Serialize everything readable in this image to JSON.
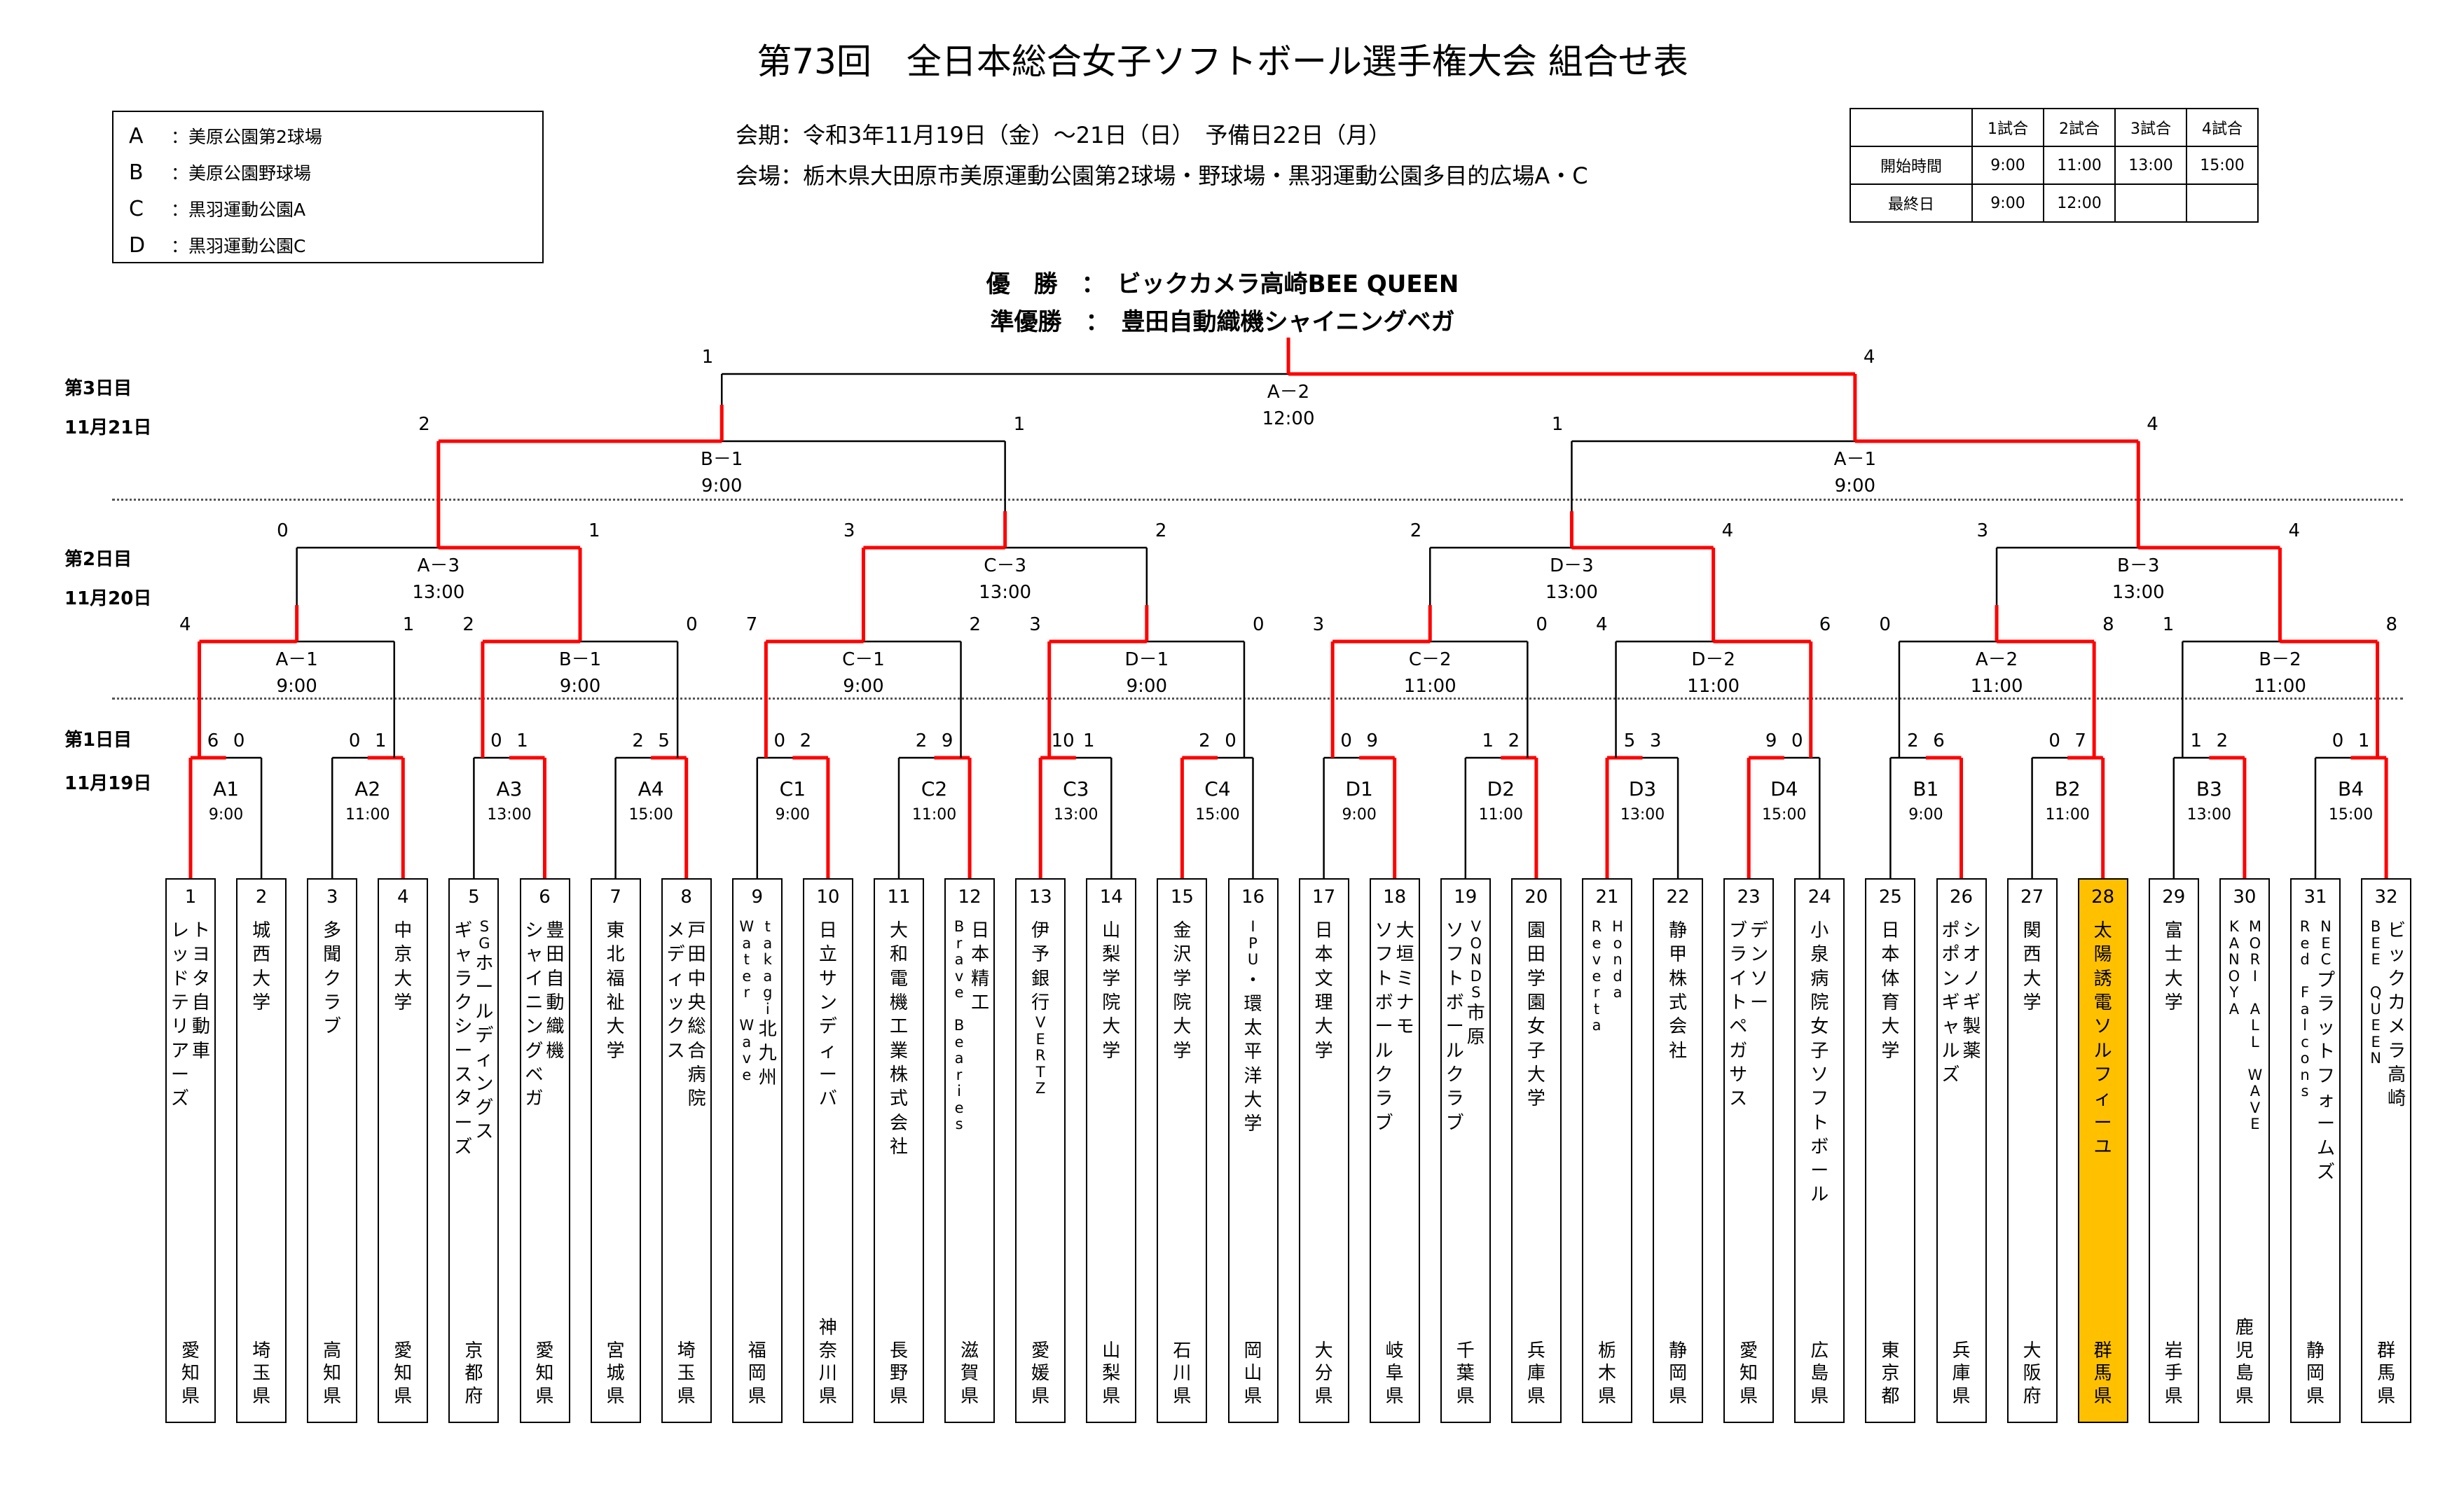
{
  "title": "第73回　全日本総合女子ソフトボール選手権大会 組合せ表",
  "legend": [
    {
      "key": "A",
      "name": "：美原公園第2球場"
    },
    {
      "key": "B",
      "name": "：美原公園野球場"
    },
    {
      "key": "C",
      "name": "：黒羽運動公園A"
    },
    {
      "key": "D",
      "name": "：黒羽運動公園C"
    }
  ],
  "period": "会期：令和3年11月19日（金）～21日（日）　予備日22日（月）",
  "venue": "会場：栃木県大田原市美原運動公園第2球場・野球場・黒羽運動公園多目的広場A・C",
  "schedule": {
    "headers": [
      "",
      "1試合",
      "2試合",
      "3試合",
      "4試合"
    ],
    "rows": [
      [
        "開始時間",
        "9:00",
        "11:00",
        "13:00",
        "15:00"
      ],
      [
        "最終日",
        "9:00",
        "12:00",
        "",
        ""
      ]
    ]
  },
  "results": {
    "winner": "優　勝　：　ビックカメラ高崎BEE QUEEN",
    "runner_up": "準優勝　：　豊田自動織機シャイニングベガ"
  },
  "days": [
    {
      "day": "第3日目",
      "date": "11月21日"
    },
    {
      "day": "第2日目",
      "date": "11月20日"
    },
    {
      "day": "第1日目",
      "date": "11月19日"
    }
  ],
  "colors": {
    "winner_line": "#ff0000",
    "line": "#000000",
    "highlight": "#ffc000"
  },
  "round1": [
    {
      "code": "A1",
      "time": "9:00",
      "scores": [
        "6",
        "0"
      ],
      "winner": 0
    },
    {
      "code": "A2",
      "time": "11:00",
      "scores": [
        "0",
        "1"
      ],
      "winner": 1
    },
    {
      "code": "A3",
      "time": "13:00",
      "scores": [
        "0",
        "1"
      ],
      "winner": 1
    },
    {
      "code": "A4",
      "time": "15:00",
      "scores": [
        "2",
        "5"
      ],
      "winner": 1
    },
    {
      "code": "C1",
      "time": "9:00",
      "scores": [
        "0",
        "2"
      ],
      "winner": 1
    },
    {
      "code": "C2",
      "time": "11:00",
      "scores": [
        "2",
        "9"
      ],
      "winner": 1
    },
    {
      "code": "C3",
      "time": "13:00",
      "scores": [
        "10",
        "1"
      ],
      "winner": 0
    },
    {
      "code": "C4",
      "time": "15:00",
      "scores": [
        "2",
        "0"
      ],
      "winner": 0
    },
    {
      "code": "D1",
      "time": "9:00",
      "scores": [
        "0",
        "9"
      ],
      "winner": 1
    },
    {
      "code": "D2",
      "time": "11:00",
      "scores": [
        "1",
        "2"
      ],
      "winner": 1
    },
    {
      "code": "D3",
      "time": "13:00",
      "scores": [
        "5",
        "3"
      ],
      "winner": 0
    },
    {
      "code": "D4",
      "time": "15:00",
      "scores": [
        "9",
        "0"
      ],
      "winner": 0
    },
    {
      "code": "B1",
      "time": "9:00",
      "scores": [
        "2",
        "6"
      ],
      "winner": 1
    },
    {
      "code": "B2",
      "time": "11:00",
      "scores": [
        "0",
        "7"
      ],
      "winner": 1
    },
    {
      "code": "B3",
      "time": "13:00",
      "scores": [
        "1",
        "2"
      ],
      "winner": 1
    },
    {
      "code": "B4",
      "time": "15:00",
      "scores": [
        "0",
        "1"
      ],
      "winner": 1
    }
  ],
  "round2": [
    {
      "code": "A－1",
      "time": "9:00",
      "scores": [
        "4",
        "1"
      ],
      "winner": 0
    },
    {
      "code": "B－1",
      "time": "9:00",
      "scores": [
        "2",
        "0"
      ],
      "winner": 0
    },
    {
      "code": "C－1",
      "time": "9:00",
      "scores": [
        "7",
        "2"
      ],
      "winner": 0
    },
    {
      "code": "D－1",
      "time": "9:00",
      "scores": [
        "3",
        "0"
      ],
      "winner": 0
    },
    {
      "code": "C－2",
      "time": "11:00",
      "scores": [
        "3",
        "0"
      ],
      "winner": 0
    },
    {
      "code": "D－2",
      "time": "11:00",
      "scores": [
        "4",
        "6"
      ],
      "winner": 1
    },
    {
      "code": "A－2",
      "time": "11:00",
      "scores": [
        "0",
        "8"
      ],
      "winner": 1
    },
    {
      "code": "B－2",
      "time": "11:00",
      "scores": [
        "1",
        "8"
      ],
      "winner": 1
    }
  ],
  "round3": [
    {
      "code": "A－3",
      "time": "13:00",
      "scores": [
        "0",
        "1"
      ],
      "winner": 1
    },
    {
      "code": "C－3",
      "time": "13:00",
      "scores": [
        "3",
        "2"
      ],
      "winner": 0
    },
    {
      "code": "D－3",
      "time": "13:00",
      "scores": [
        "2",
        "4"
      ],
      "winner": 1
    },
    {
      "code": "B－3",
      "time": "13:00",
      "scores": [
        "3",
        "4"
      ],
      "winner": 1
    }
  ],
  "round4": [
    {
      "code": "B－1",
      "time": "9:00",
      "scores": [
        "2",
        "1"
      ],
      "winner": 0
    },
    {
      "code": "A－1",
      "time": "9:00",
      "scores": [
        "1",
        "4"
      ],
      "winner": 1
    }
  ],
  "final": {
    "code": "A－2",
    "time": "12:00",
    "scores": [
      "1",
      "4"
    ],
    "winner": 1
  },
  "teams": [
    {
      "num": "1",
      "lines": [
        "トヨタ自動車",
        "レッドテリアーズ"
      ],
      "pref": "愛知県"
    },
    {
      "num": "2",
      "lines": [
        "城西大学"
      ],
      "pref": "埼玉県"
    },
    {
      "num": "3",
      "lines": [
        "多聞クラブ"
      ],
      "pref": "高知県"
    },
    {
      "num": "4",
      "lines": [
        "中京大学"
      ],
      "pref": "愛知県"
    },
    {
      "num": "5",
      "lines": [
        "SGホールディングス",
        "ギャラクシースターズ"
      ],
      "pref": "京都府"
    },
    {
      "num": "6",
      "lines": [
        "豊田自動織機",
        "シャイニングベガ"
      ],
      "pref": "愛知県"
    },
    {
      "num": "7",
      "lines": [
        "東北福祉大学"
      ],
      "pref": "宮城県"
    },
    {
      "num": "8",
      "lines": [
        "戸田中央総合病院",
        "メディックス"
      ],
      "pref": "埼玉県"
    },
    {
      "num": "9",
      "lines": [
        "takagi北九州",
        "Water Wave"
      ],
      "pref": "福岡県"
    },
    {
      "num": "10",
      "lines": [
        "日立サンディーバ"
      ],
      "pref": "神奈川県"
    },
    {
      "num": "11",
      "lines": [
        "大和電機工業株式会社"
      ],
      "pref": "長野県"
    },
    {
      "num": "12",
      "lines": [
        "日本精工",
        "Brave Bearies"
      ],
      "pref": "滋賀県"
    },
    {
      "num": "13",
      "lines": [
        "伊予銀行VERTZ"
      ],
      "pref": "愛媛県"
    },
    {
      "num": "14",
      "lines": [
        "山梨学院大学"
      ],
      "pref": "山梨県"
    },
    {
      "num": "15",
      "lines": [
        "金沢学院大学"
      ],
      "pref": "石川県"
    },
    {
      "num": "16",
      "lines": [
        "IPU・環太平洋大学"
      ],
      "pref": "岡山県"
    },
    {
      "num": "17",
      "lines": [
        "日本文理大学"
      ],
      "pref": "大分県"
    },
    {
      "num": "18",
      "lines": [
        "大垣ミナモ",
        "ソフトボールクラブ"
      ],
      "pref": "岐阜県"
    },
    {
      "num": "19",
      "lines": [
        "VONDS市原",
        "ソフトボールクラブ"
      ],
      "pref": "千葉県"
    },
    {
      "num": "20",
      "lines": [
        "園田学園女子大学"
      ],
      "pref": "兵庫県"
    },
    {
      "num": "21",
      "lines": [
        "Honda",
        "Reverta"
      ],
      "pref": "栃木県"
    },
    {
      "num": "22",
      "lines": [
        "静甲株式会社"
      ],
      "pref": "静岡県"
    },
    {
      "num": "23",
      "lines": [
        "デンソー",
        "ブライトペガサス"
      ],
      "pref": "愛知県"
    },
    {
      "num": "24",
      "lines": [
        "小泉病院女子ソフトボール"
      ],
      "pref": "広島県"
    },
    {
      "num": "25",
      "lines": [
        "日本体育大学"
      ],
      "pref": "東京都"
    },
    {
      "num": "26",
      "lines": [
        "シオノギ製薬",
        "ポポンギャルズ"
      ],
      "pref": "兵庫県"
    },
    {
      "num": "27",
      "lines": [
        "関西大学"
      ],
      "pref": "大阪府"
    },
    {
      "num": "28",
      "lines": [
        "太陽誘電ソルフィーユ"
      ],
      "pref": "群馬県",
      "highlight": true
    },
    {
      "num": "29",
      "lines": [
        "富士大学"
      ],
      "pref": "岩手県"
    },
    {
      "num": "30",
      "lines": [
        "MORI ALL WAVE",
        "KANOYA"
      ],
      "pref": "鹿児島県"
    },
    {
      "num": "31",
      "lines": [
        "NECプラットフォームズ",
        "Red Falcons"
      ],
      "pref": "静岡県"
    },
    {
      "num": "32",
      "lines": [
        "ビックカメラ高崎",
        "BEE QUEEN"
      ],
      "pref": "群馬県"
    }
  ]
}
